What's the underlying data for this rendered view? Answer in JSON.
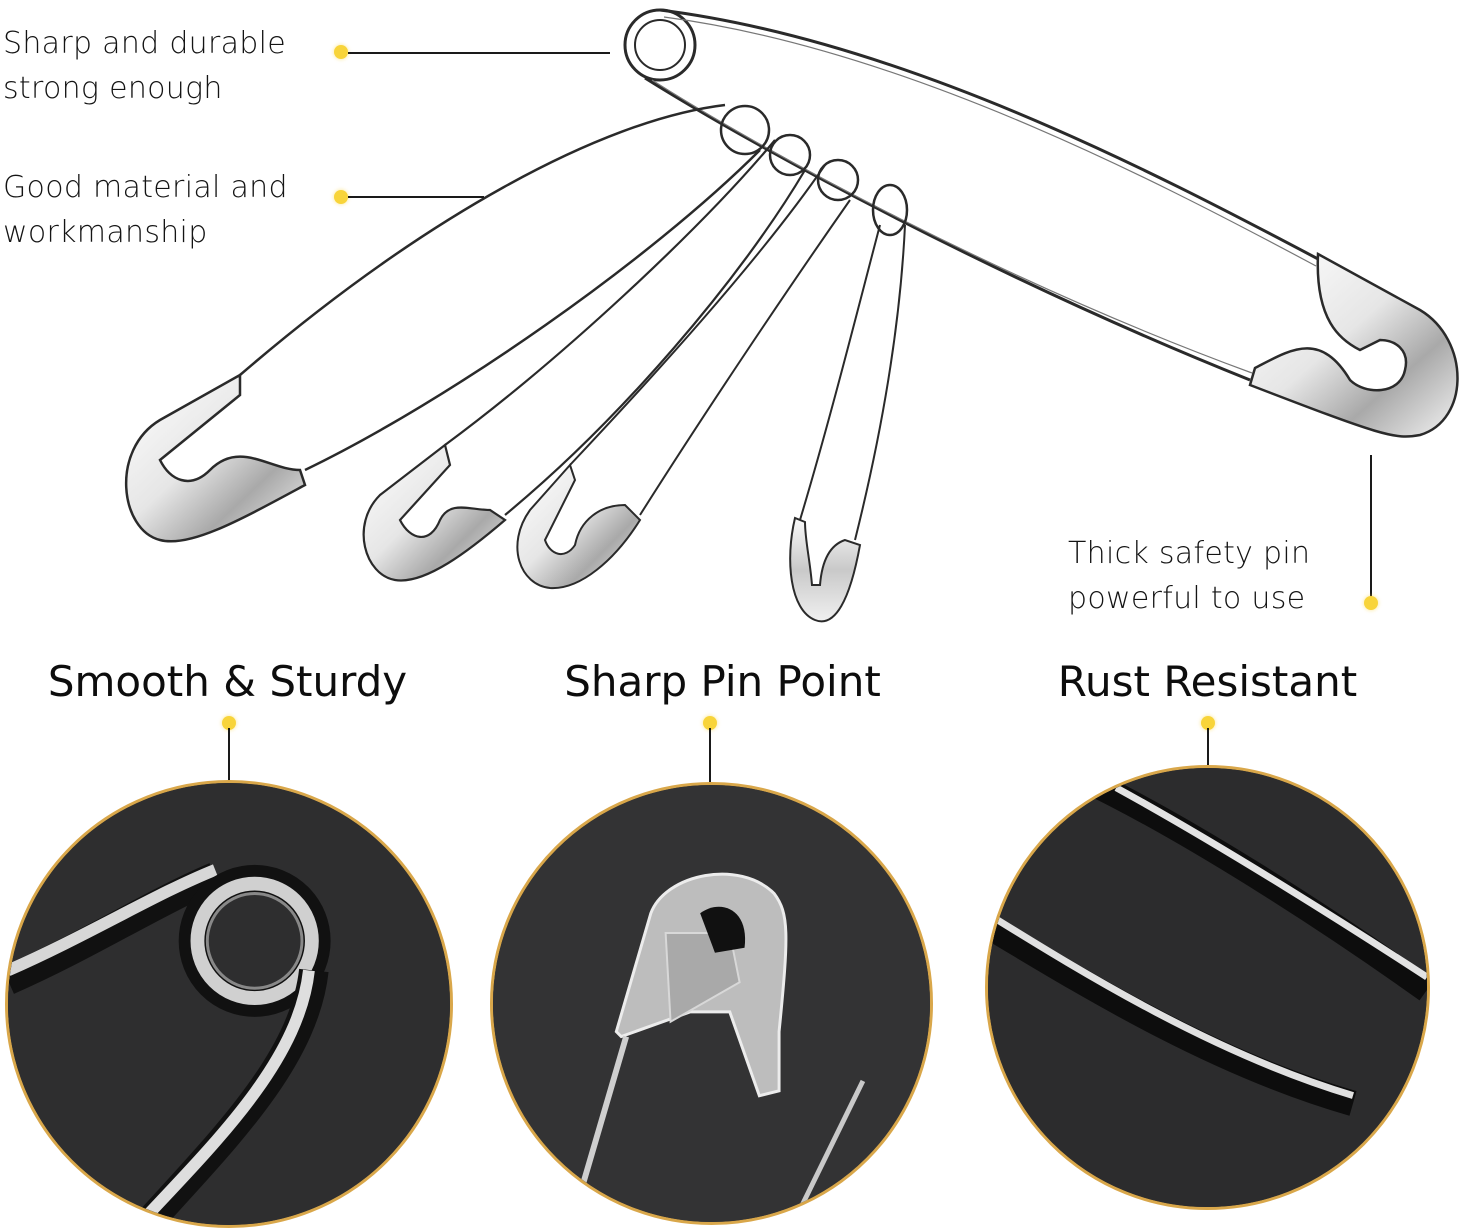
{
  "callouts": {
    "top_left_1": {
      "lines": [
        "Sharp and durable",
        "strong enough"
      ]
    },
    "top_left_2": {
      "lines": [
        "Good material and",
        "workmanship"
      ]
    },
    "bottom_right": {
      "lines": [
        "Thick safety pin",
        "powerful to use"
      ]
    }
  },
  "features": [
    {
      "title": "Smooth & Sturdy",
      "image": "closeup-coil-spring"
    },
    {
      "title": "Sharp Pin Point",
      "image": "closeup-clasp-head-and-point"
    },
    {
      "title": "Rust Resistant",
      "image": "closeup-wire-shafts"
    }
  ],
  "product": {
    "image": "safety-pins-set-large-pin-with-four-small-pins-attached"
  },
  "colors": {
    "accent_dot": "#f8d43a",
    "circle_border": "#d9a74a",
    "circle_bg": "#2f2f30",
    "text": "#141414"
  }
}
